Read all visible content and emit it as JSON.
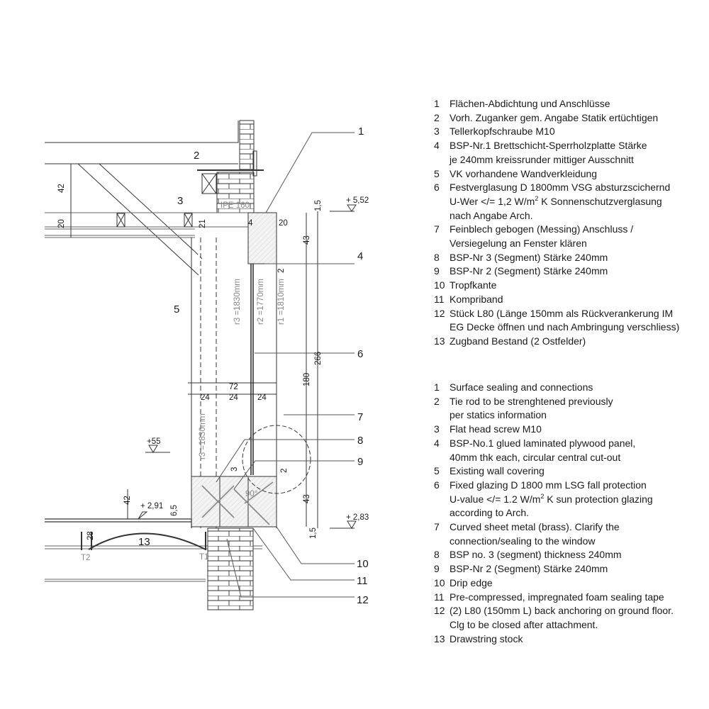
{
  "callouts": [
    "1",
    "2",
    "3",
    "4",
    "5",
    "6",
    "7",
    "8",
    "9",
    "10",
    "11",
    "12",
    "13"
  ],
  "dimensions": {
    "top_42": "42",
    "top_20": "20",
    "d21": "21",
    "d4": "4",
    "d20r": "20",
    "d1_5_top": "1,5",
    "d43_top": "43",
    "d266": "266",
    "d180": "180",
    "d72": "72",
    "d24a": "24",
    "d24b": "24",
    "d24c": "24",
    "d43_bot": "43",
    "d1_5_bot": "1,5",
    "low_42": "42",
    "d28": "28",
    "d6_5": "6,5",
    "d3": "3",
    "d2": "2",
    "angle": "90°",
    "d2_small": "2"
  },
  "levels": {
    "top": "+ 5,52",
    "mid": "+55",
    "floor": "+ 2,91",
    "sill": "+ 2,83"
  },
  "radii": {
    "r3": "r3 =1830mm",
    "r2": "r2 =1770mm",
    "r1": "r1 =1810mm",
    "r3_low": "r3 =1830mm"
  },
  "annotations": {
    "ipe": "IPE 160",
    "t1": "T1",
    "t2": "T2"
  },
  "legend_de": [
    {
      "n": "1",
      "lines": [
        "Flächen-Abdichtung und Anschlüsse"
      ]
    },
    {
      "n": "2",
      "lines": [
        "Vorh. Zuganker gem. Angabe Statik ertüchtigen"
      ]
    },
    {
      "n": "3",
      "lines": [
        "Tellerkopfschraube M10"
      ]
    },
    {
      "n": "4",
      "lines": [
        "BSP-Nr.1 Brettschicht-Sperrholzplatte Stärke",
        "je 240mm kreissrunder mittiger Ausschnitt"
      ]
    },
    {
      "n": "5",
      "lines": [
        "VK vorhandene Wandverkleidung"
      ]
    },
    {
      "n": "6",
      "lines": [
        "Festverglasung D 1800mm VSG absturzscichernd",
        {
          "a": "U-Wer </= 1,2 W/m",
          "sup": "2",
          "b": " K Sonnenschutzverglasung"
        },
        "nach Angabe Arch."
      ]
    },
    {
      "n": "7",
      "lines": [
        "Feinblech gebogen (Messing)  Anschluss /",
        "Versiegelung an Fenster klären"
      ]
    },
    {
      "n": "8",
      "lines": [
        "BSP-Nr 3 (Segment) Stärke 240mm"
      ]
    },
    {
      "n": "9",
      "lines": [
        "BSP-Nr 2 (Segment) Stärke 240mm"
      ]
    },
    {
      "n": "10",
      "lines": [
        "Tropfkante"
      ]
    },
    {
      "n": "11",
      "lines": [
        "Kompriband"
      ]
    },
    {
      "n": "12",
      "lines": [
        "Stück L80 (Länge 150mm als Rückverankerung IM",
        "EG Decke öffnen und nach Ambringung verschliess)"
      ]
    },
    {
      "n": "13",
      "lines": [
        "Zugband Bestand (2 Ostfelder)"
      ]
    }
  ],
  "legend_en": [
    {
      "n": "1",
      "lines": [
        "Surface sealing and connections"
      ]
    },
    {
      "n": "2",
      "lines": [
        "Tie rod to be strenghtened previously",
        "per statics information"
      ]
    },
    {
      "n": "3",
      "lines": [
        "Flat head screw M10"
      ]
    },
    {
      "n": "4",
      "lines": [
        "BSP-No.1 glued laminated plywood panel,",
        "40mm thk each, circular central cut-out"
      ]
    },
    {
      "n": "5",
      "lines": [
        "Existing wall covering"
      ]
    },
    {
      "n": "6",
      "lines": [
        "Fixed glazing D 1800 mm LSG fall protection",
        {
          "a": "U-value </= 1.2 W/m",
          "sup": "2",
          "b": " K sun protection glazing"
        },
        "according to Arch."
      ]
    },
    {
      "n": "7",
      "lines": [
        "Curved sheet metal (brass). Clarify the",
        "connection/sealing to the window"
      ]
    },
    {
      "n": "8",
      "lines": [
        "BSP no. 3 (segment) thickness 240mm"
      ]
    },
    {
      "n": "9",
      "lines": [
        "BSP-Nr 2 (Segment) Stärke 240mm"
      ]
    },
    {
      "n": "10",
      "lines": [
        "Drip edge"
      ]
    },
    {
      "n": "11",
      "lines": [
        "Pre-compressed, impregnated foam sealing tape"
      ]
    },
    {
      "n": "12",
      "lines": [
        "(2) L80 (150mm L) back anchoring on ground floor.",
        "Clg to be closed after attachment."
      ]
    },
    {
      "n": "13",
      "lines": [
        "Drawstring stock"
      ]
    }
  ]
}
